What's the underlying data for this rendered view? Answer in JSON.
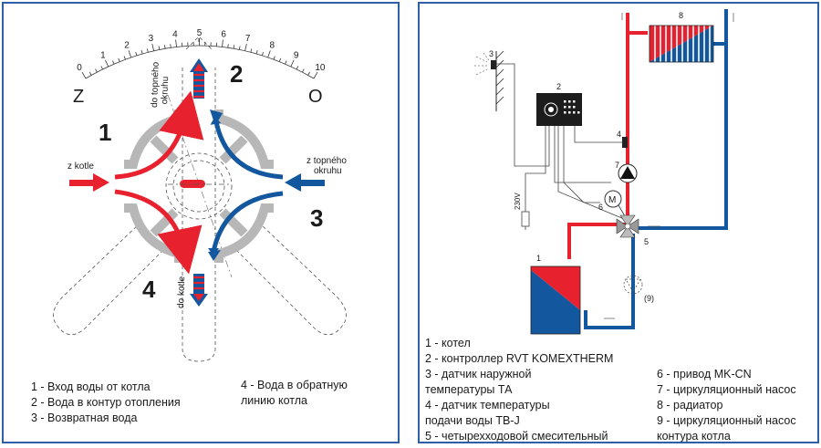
{
  "left": {
    "scale": {
      "ticks": [
        "0",
        "1",
        "2",
        "3",
        "4",
        "5",
        "6",
        "7",
        "8",
        "9",
        "10"
      ],
      "left_letter": "Z",
      "right_letter": "O"
    },
    "quadrants": {
      "q1": "1",
      "q2": "2",
      "q3": "3",
      "q4": "4"
    },
    "labels": {
      "do_topneho": [
        "do topného",
        "okruhu"
      ],
      "z_kotle": "z kotle",
      "z_topneho": [
        "z topného",
        "okruhu"
      ],
      "do_kotle": "do kotle"
    },
    "legend": {
      "col1": [
        "1 - Вход  воды от котла",
        "2 - Вода в контур отопления",
        "3 - Возвратная вода"
      ],
      "col2": [
        "4 - Вода в обратную",
        "линию котла"
      ]
    }
  },
  "right": {
    "components": {
      "c1": "1",
      "c2": "2",
      "c3": "3",
      "c4": "4",
      "c5": "5",
      "c6": "6",
      "c7": "7",
      "c8": "8",
      "c9": "(9)",
      "motor": "M",
      "voltage": "230V"
    },
    "legend": {
      "col1": [
        "1 - котел",
        "2 - контроллер RVT KOMEXTHERM",
        "3 - датчик наружной",
        "температуры ТА",
        "4 - датчик температуры",
        "подачи воды TB-J",
        "5 - четырехходовой смесительный"
      ],
      "col2": [
        "6 - привод MK-CN",
        "7 - циркуляционный насос",
        "8 - радиатор",
        "9 - циркуляционный насос",
        "контура котла"
      ]
    }
  },
  "colors": {
    "red": "#e8212f",
    "blue": "#13579f",
    "gray": "#b7b7b7",
    "border": "#2f5fa8"
  }
}
